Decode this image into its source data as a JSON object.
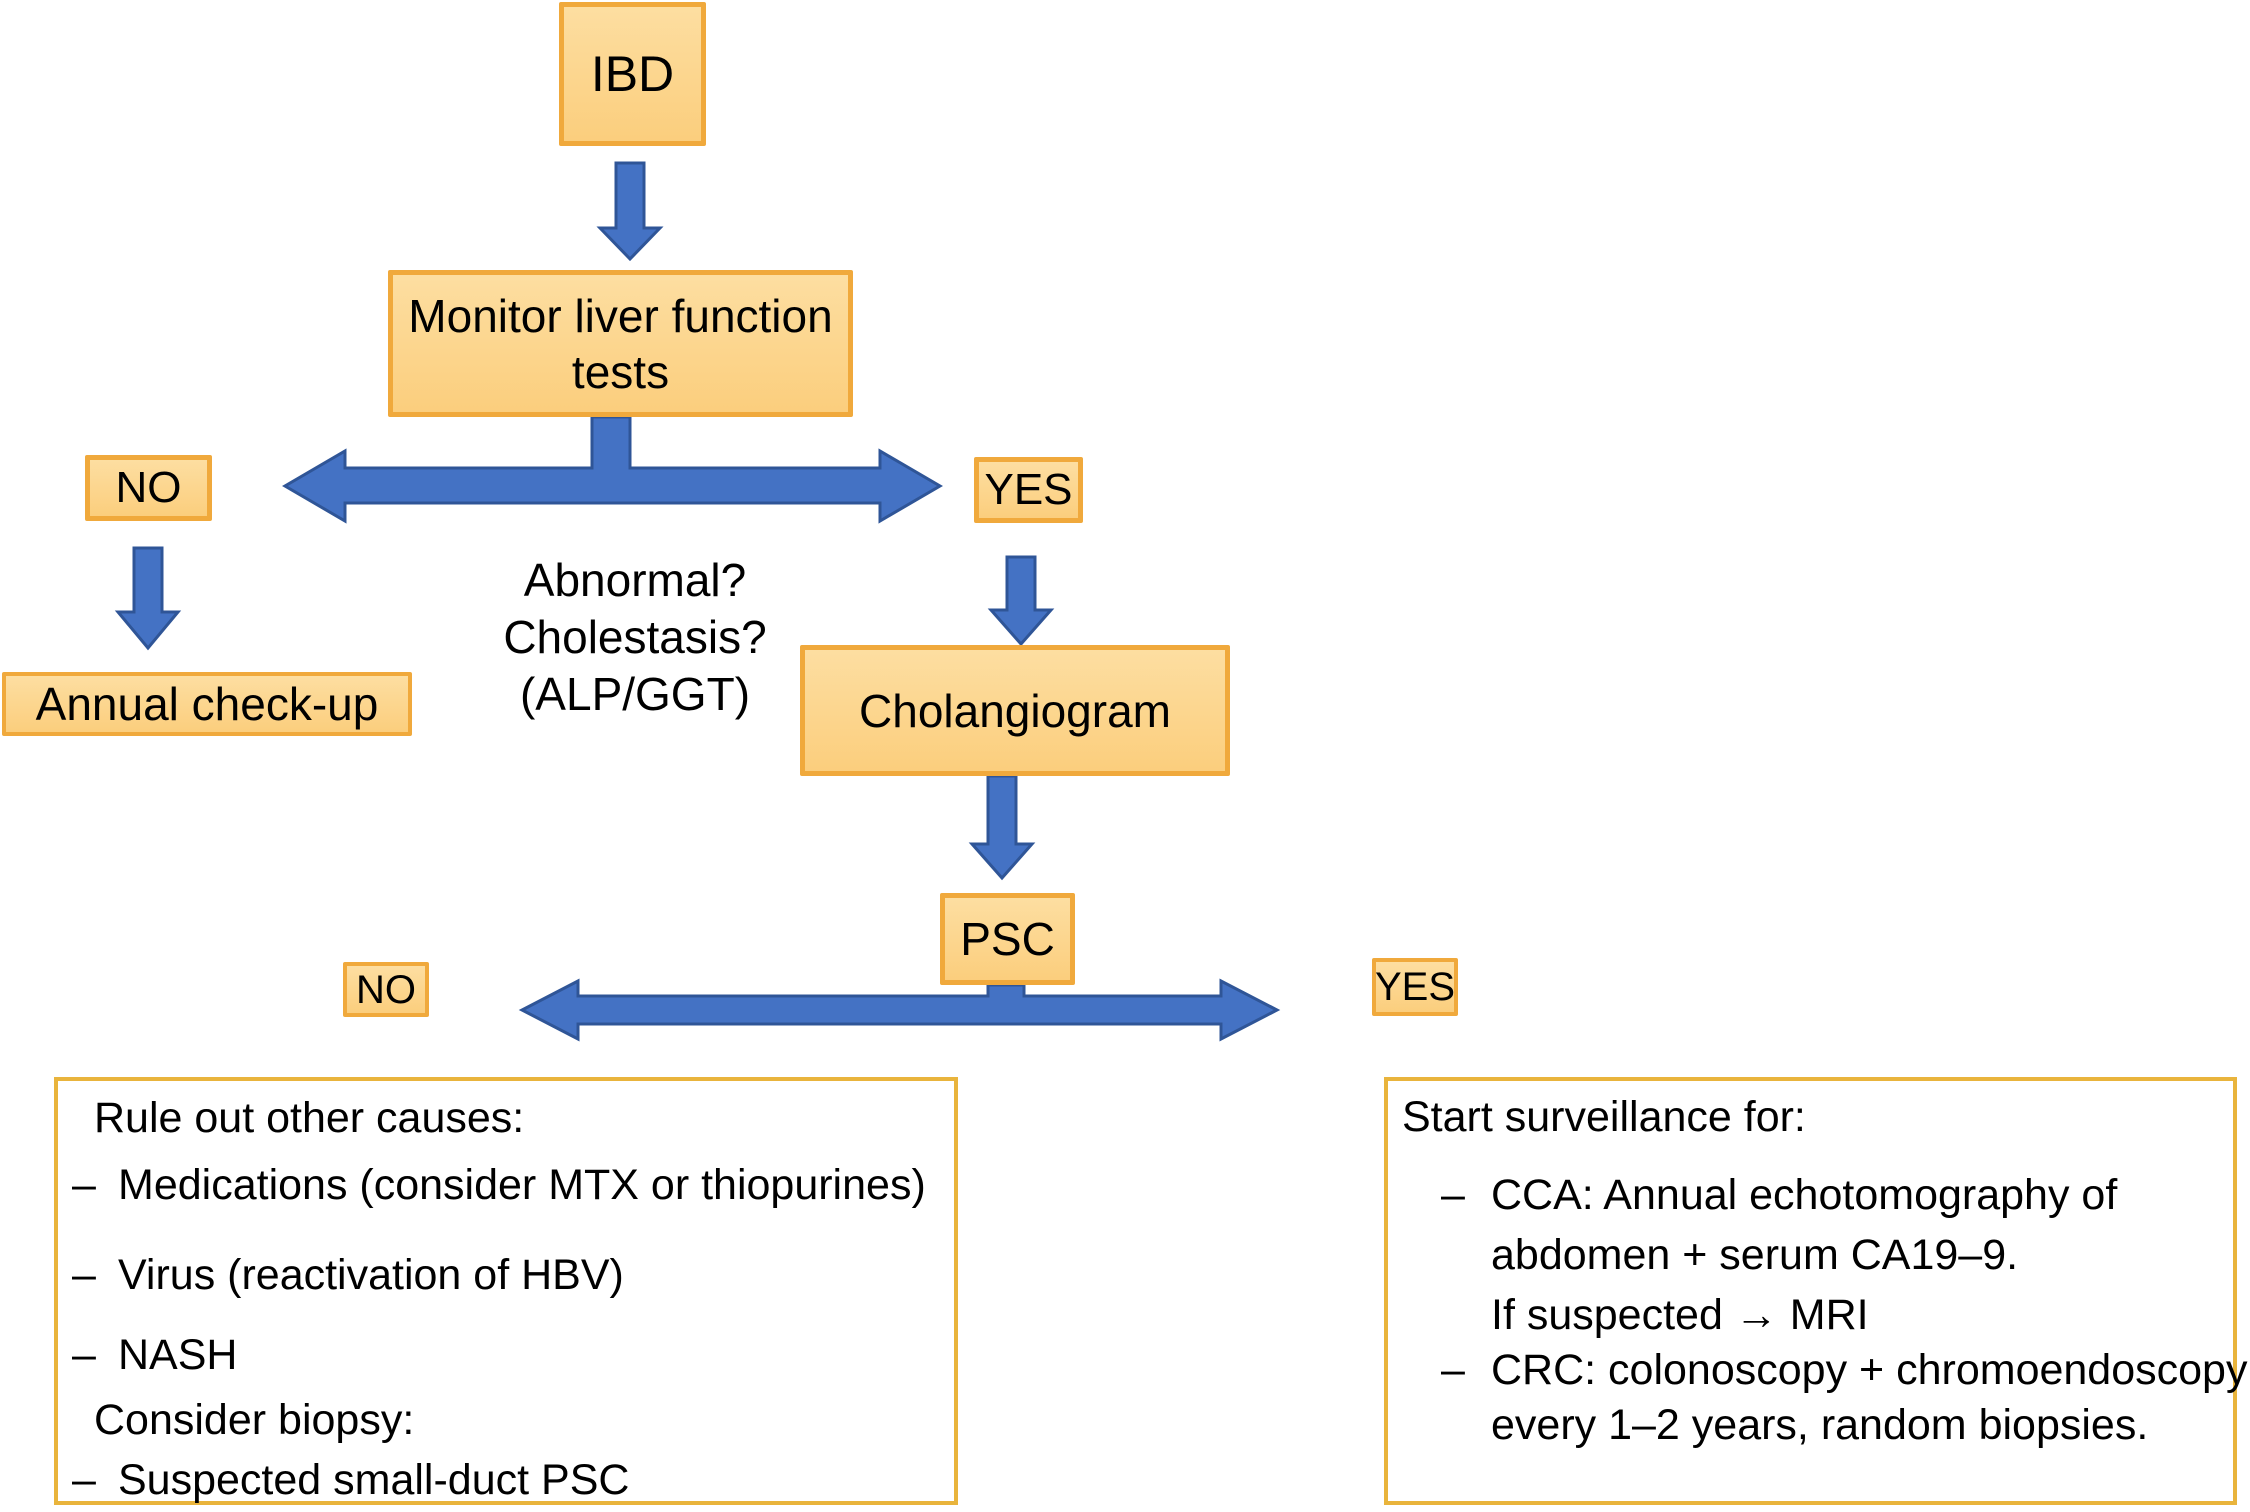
{
  "colors": {
    "background": "#FFFFFF",
    "node-fill-top": "#FDDEA1",
    "node-fill-bottom": "#FBCE7D",
    "node-border": "#F0A93C",
    "panel-border": "#E9B43C",
    "arrow-fill": "#4472C4",
    "arrow-stroke": "#2F5597",
    "text": "#000000"
  },
  "nodes": {
    "ibd": {
      "label": "IBD"
    },
    "monitor": {
      "label": "Monitor liver function tests"
    },
    "no_upper": {
      "label": "NO"
    },
    "yes_upper": {
      "label": "YES"
    },
    "annual_checkup": {
      "label": "Annual check-up"
    },
    "cholangiogram": {
      "label": "Cholangiogram"
    },
    "psc": {
      "label": "PSC"
    },
    "no_lower": {
      "label": "NO"
    },
    "yes_lower": {
      "label": "YES"
    }
  },
  "question": {
    "line1": "Abnormal?",
    "line2": "Cholestasis?",
    "line3": "(ALP/GGT)"
  },
  "rule_out_panel": {
    "lines": [
      {
        "bullet": "",
        "text": "Rule out other causes:"
      },
      {
        "bullet": "–",
        "text": "Medications (consider MTX or thiopurines)"
      },
      {
        "bullet": "–",
        "text": "Virus (reactivation of HBV)"
      },
      {
        "bullet": "–",
        "text": "NASH"
      },
      {
        "bullet": "",
        "text": "Consider biopsy:"
      },
      {
        "bullet": "–",
        "text": "Suspected small-duct PSC"
      }
    ]
  },
  "surveillance_panel": {
    "lines": [
      {
        "bullet": "",
        "text": "Start surveillance for:"
      },
      {
        "bullet": "–",
        "text": "CCA: Annual echotomography of"
      },
      {
        "bullet": "",
        "text": "abdomen + serum CA19–9."
      },
      {
        "bullet": "",
        "text": "If suspected → MRI"
      },
      {
        "bullet": "–",
        "text": "CRC: colonoscopy + chromoendoscopy"
      },
      {
        "bullet": "",
        "text": "every 1–2 years, random biopsies."
      }
    ]
  }
}
